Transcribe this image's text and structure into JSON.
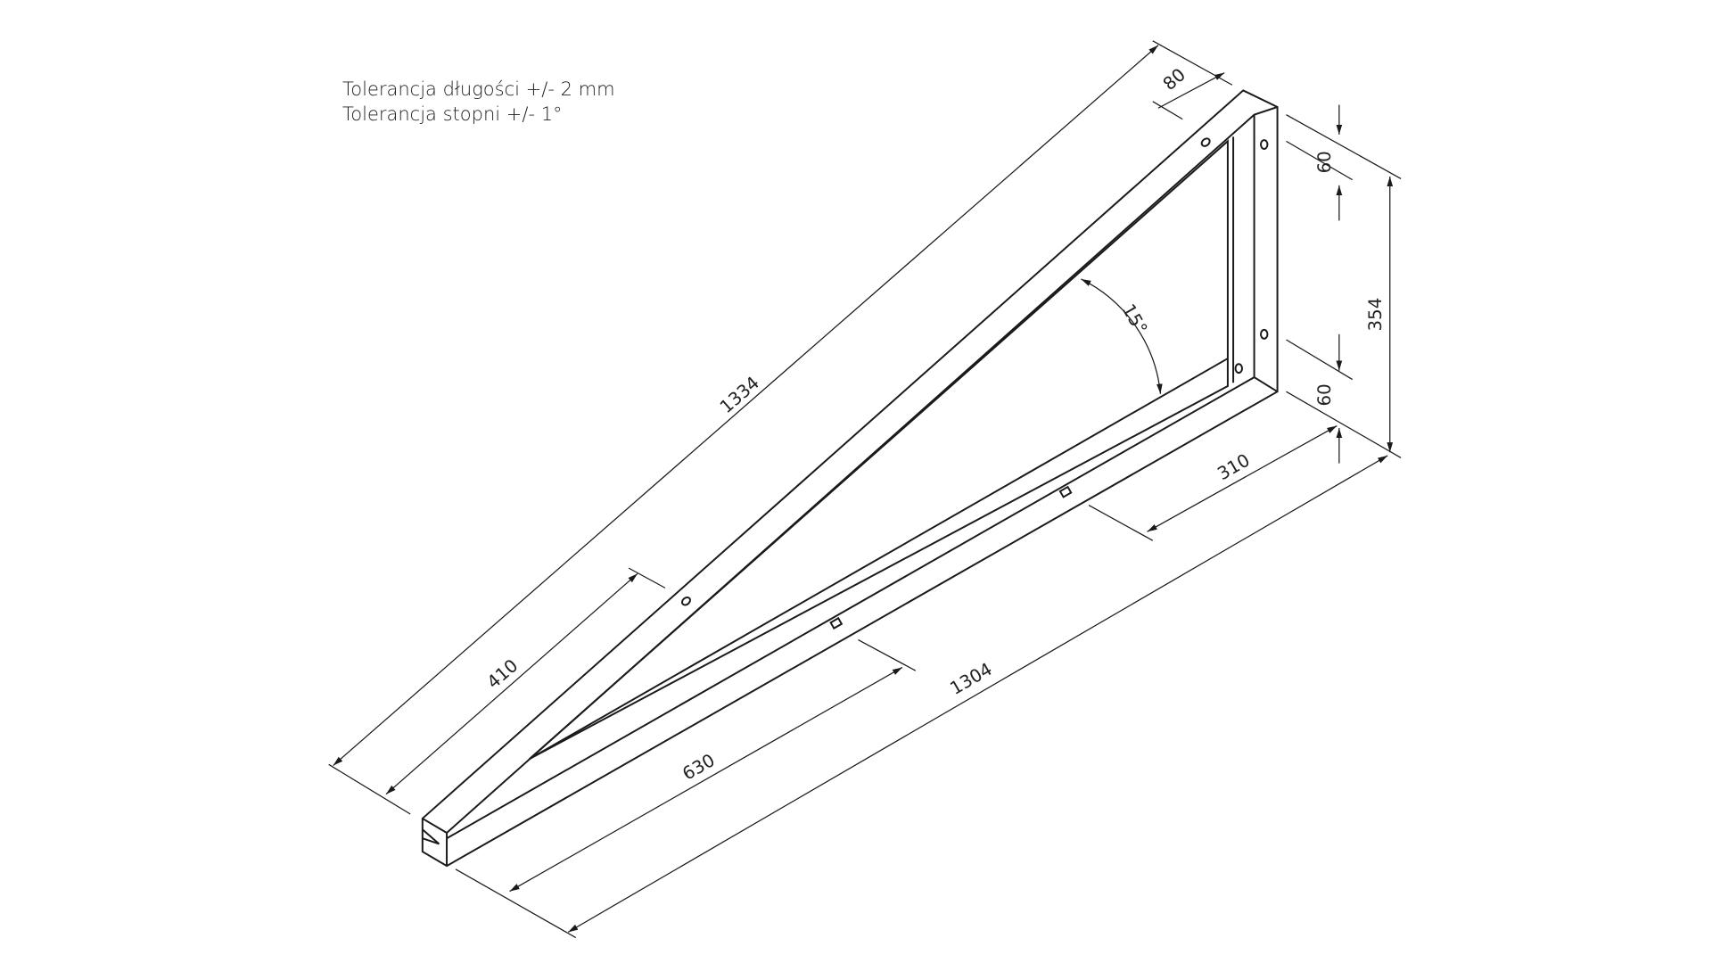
{
  "notes": {
    "length_tolerance": "Tolerancja długości +/- 2 mm",
    "angle_tolerance": "Tolerancja stopni +/- 1°"
  },
  "dimensions": {
    "hypotenuse": "1334",
    "top_offset": "80",
    "hole_offset_top_rail": "410",
    "hole_offset_bottom_rail_1": "630",
    "base_length": "1304",
    "hole_offset_bottom_rail_2": "310",
    "height": "354",
    "top_hole_spacing": "60",
    "bottom_hole_spacing": "60",
    "angle": "15°"
  }
}
